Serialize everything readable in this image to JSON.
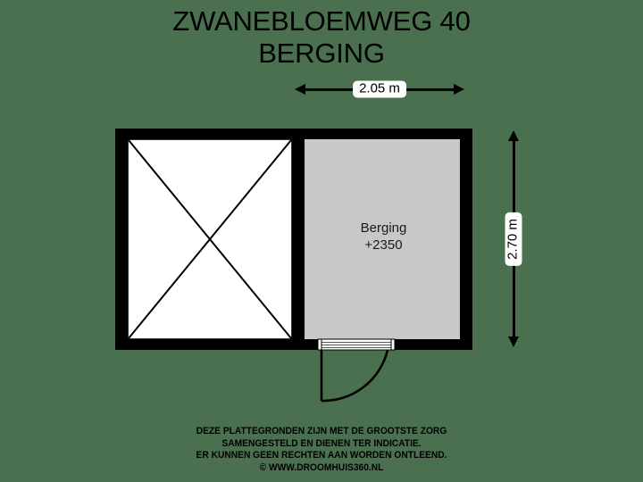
{
  "background_color": "#4a7050",
  "title": {
    "line1": "ZWANEBLOEMWEG 40",
    "line2": "BERGING"
  },
  "dimensions": {
    "width_label": "2.05 m",
    "height_label": "2.70 m"
  },
  "rooms": [
    {
      "name": "Berging",
      "level": "+2350",
      "fill_color": "#c8c8c8"
    },
    {
      "name": "",
      "level": "",
      "fill_color": "#ffffff",
      "crossed_out": true
    }
  ],
  "features": {
    "door_type": "hinged-door-left-swing",
    "threshold_type": "sliding-door-threshold",
    "wall_color": "#000000"
  },
  "footer": {
    "line1": "DEZE PLATTEGRONDEN ZIJN MET DE GROOTSTE ZORG",
    "line2": "SAMENGESTELD EN DIENEN TER INDICATIE.",
    "line3": "ER KUNNEN GEEN RECHTEN AAN WORDEN ONTLEEND.",
    "line4": "© WWW.DROOMHUIS360.NL"
  }
}
